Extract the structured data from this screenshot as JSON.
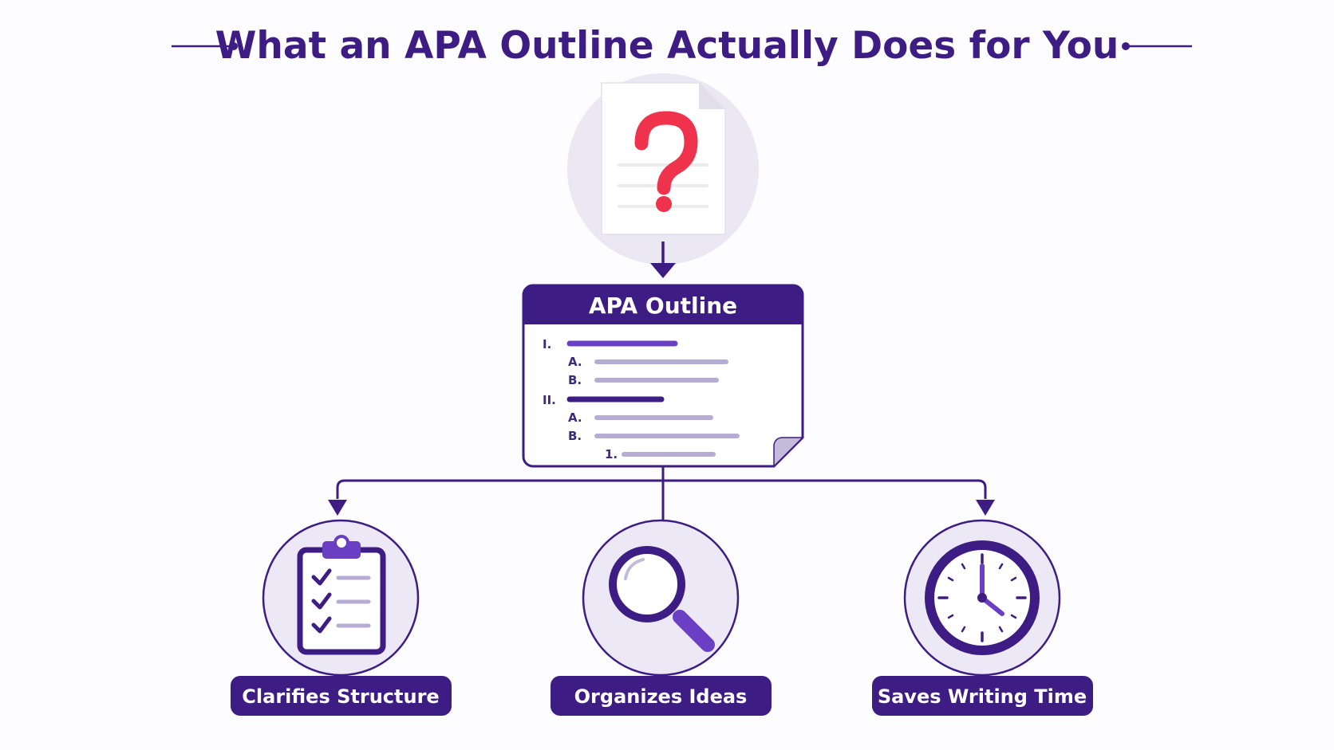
{
  "title": "What an APA Outline Actually Does for You",
  "outline": {
    "heading": "APA Outline",
    "numerals": [
      "I.",
      "A.",
      "B.",
      "II.",
      "A.",
      "B.",
      "1."
    ]
  },
  "benefits": [
    {
      "label": "Clarifies Structure",
      "icon": "clipboard-checklist-icon"
    },
    {
      "label": "Organizes Ideas",
      "icon": "magnifying-glass-icon"
    },
    {
      "label": "Saves Writing Time",
      "icon": "clock-icon"
    }
  ],
  "colors": {
    "primary": "#3d1d84",
    "accent": "#6a3fc4",
    "question_mark": "#f0334c",
    "circle_fill": "#ede8f6",
    "line_light": "#b6acd4"
  }
}
